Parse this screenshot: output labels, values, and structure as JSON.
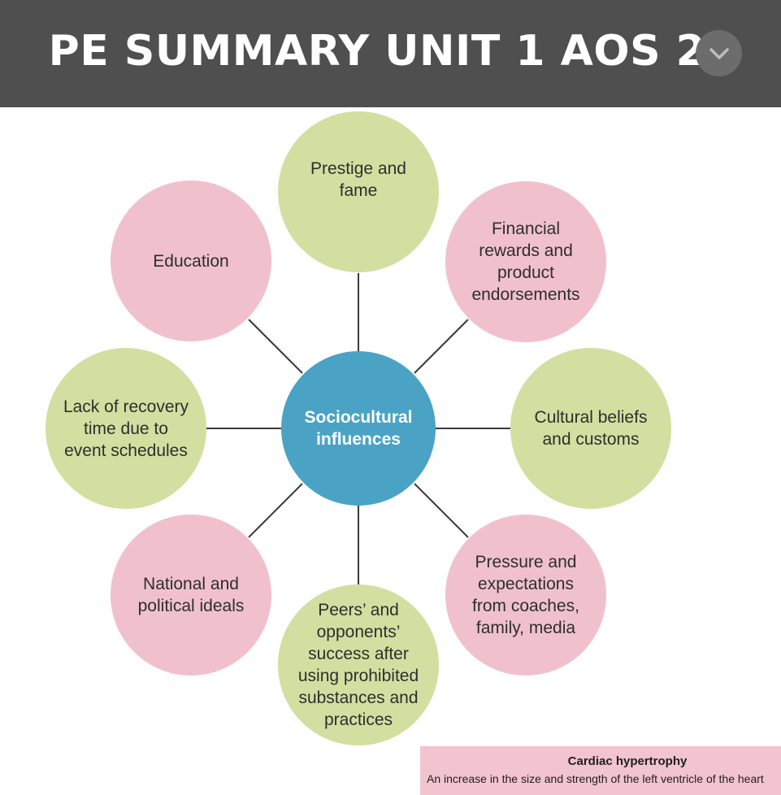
{
  "header": {
    "title": "PE SUMMARY UNIT 1 AOS 2",
    "toggle_icon": "chevron-down-icon"
  },
  "diagram": {
    "center": {
      "lines": [
        "Sociocultural",
        "influences"
      ],
      "color": "#4aa3c4"
    },
    "nodes": [
      {
        "id": "prestige",
        "lines": [
          "Prestige and",
          "fame"
        ],
        "color": "green"
      },
      {
        "id": "financial",
        "lines": [
          "Financial",
          "rewards and",
          "product",
          "endorsements"
        ],
        "color": "pink"
      },
      {
        "id": "cultural",
        "lines": [
          "Cultural beliefs",
          "and customs"
        ],
        "color": "green"
      },
      {
        "id": "pressure",
        "lines": [
          "Pressure and",
          "expectations",
          "from coaches,",
          "family, media"
        ],
        "color": "pink"
      },
      {
        "id": "peers",
        "lines": [
          "Peers’ and",
          "opponents’",
          "success after",
          "using prohibited",
          "substances and",
          "practices"
        ],
        "color": "green"
      },
      {
        "id": "national",
        "lines": [
          "National and",
          "political ideals"
        ],
        "color": "pink"
      },
      {
        "id": "recovery",
        "lines": [
          "Lack of recovery",
          "time due to",
          "event schedules"
        ],
        "color": "green"
      },
      {
        "id": "education",
        "lines": [
          "Education"
        ],
        "color": "pink"
      }
    ]
  },
  "cardiac_box": {
    "title": "Cardiac hypertrophy",
    "body": "An increase in the size and strength of the left ventricle of the heart"
  },
  "colors": {
    "pink": "#f0c1cc",
    "green": "#d2dfa0",
    "center": "#4aa3c4",
    "header": "#4f4f4f"
  }
}
